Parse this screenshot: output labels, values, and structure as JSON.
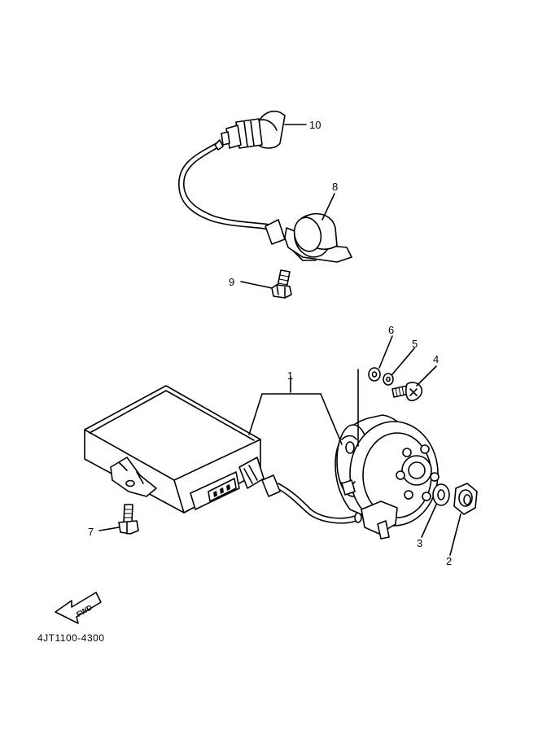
{
  "diagram": {
    "part_code": "4JT1100-4300",
    "fwd_label": "FWD",
    "callouts": [
      {
        "id": "1",
        "label": "1"
      },
      {
        "id": "2",
        "label": "2"
      },
      {
        "id": "3",
        "label": "3"
      },
      {
        "id": "4",
        "label": "4"
      },
      {
        "id": "5",
        "label": "5"
      },
      {
        "id": "6",
        "label": "6"
      },
      {
        "id": "7",
        "label": "7"
      },
      {
        "id": "8",
        "label": "8"
      },
      {
        "id": "9",
        "label": "9"
      },
      {
        "id": "10",
        "label": "10"
      }
    ]
  }
}
